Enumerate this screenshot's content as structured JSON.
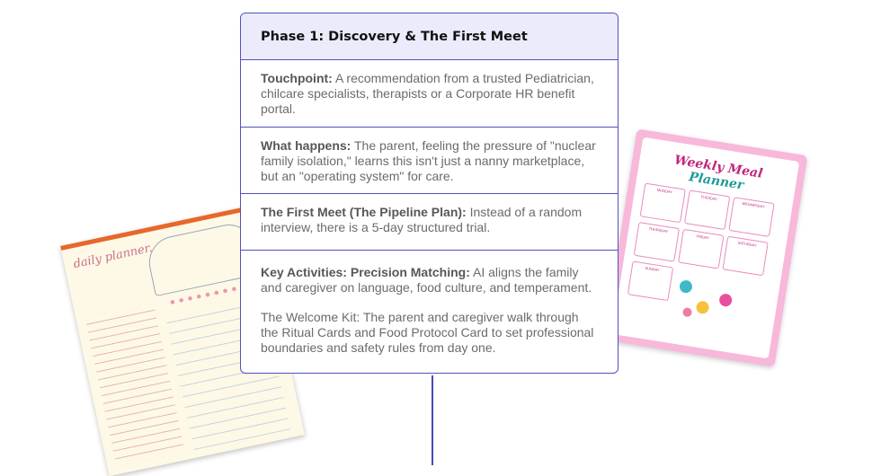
{
  "card": {
    "header_title": "Phase 1: Discovery & The First Meet",
    "sections": [
      {
        "label": "Touchpoint:",
        "text": " A recommendation from a trusted Pediatrician, chilcare specialists, therapists or a Corporate HR benefit portal."
      },
      {
        "label": "What happens:",
        "text": " The parent, feeling the pressure of \"nuclear family isolation,\" learns this isn't just a nanny marketplace, but an \"operating system\" for care."
      },
      {
        "label": "The First Meet (The Pipeline Plan):",
        "text": " Instead of a random interview, there is a 5-day structured trial."
      },
      {
        "label": "Key Activities: Precision Matching:",
        "text": " AI aligns the family and caregiver on language, food culture, and temperament.",
        "extra": "The Welcome Kit: The parent and caregiver walk through the Ritual Cards and Food Protocol Card to set professional boundaries and safety rules from day one."
      }
    ]
  },
  "daily_planner": {
    "title": "daily planner."
  },
  "weekly_planner": {
    "title": "Weekly Meal",
    "subtitle": "Planner",
    "days": [
      "MONDAY",
      "TUESDAY",
      "WEDNESDAY",
      "THURSDAY",
      "FRIDAY",
      "SATURDAY",
      "SUNDAY"
    ]
  },
  "colors": {
    "accent": "#5050c0",
    "header_bg": "#ebebfb",
    "body_text": "#6b6b6b"
  }
}
